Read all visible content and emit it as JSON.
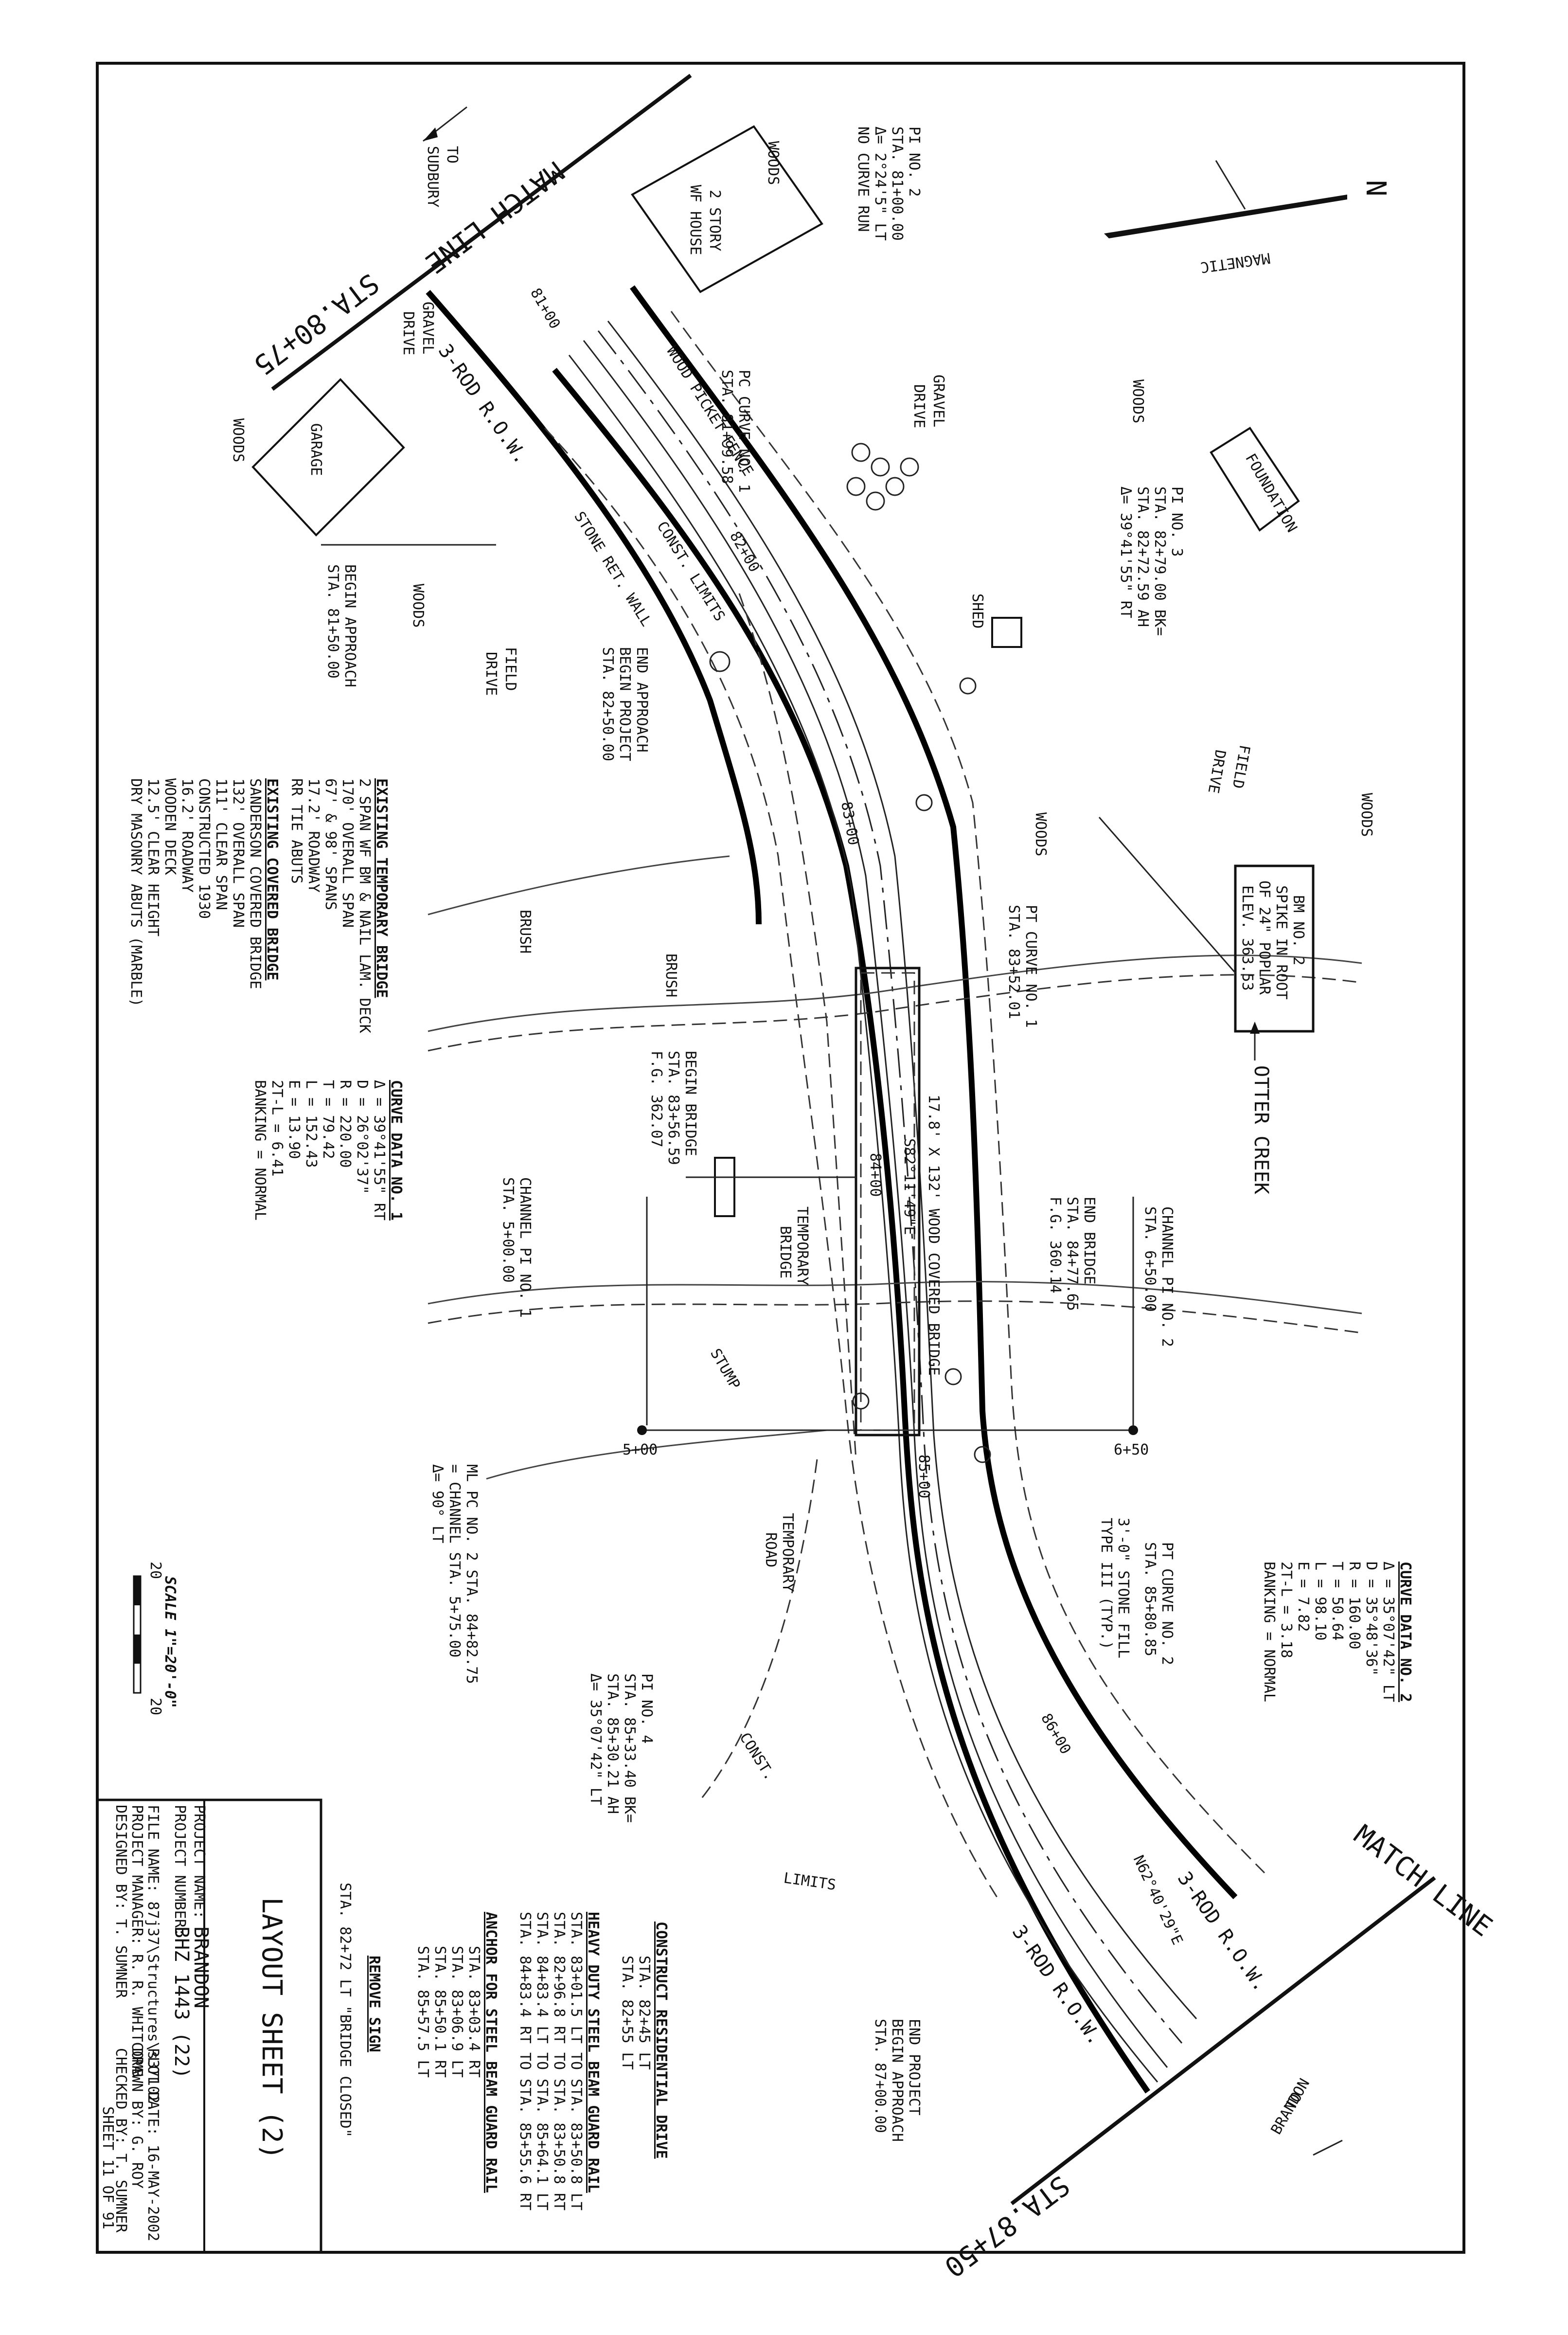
{
  "sheet": {
    "match_line_left": "MATCH LINE",
    "match_sta_left": "STA.80+75",
    "match_line_right": "MATCH LINE",
    "match_sta_right": "STA.87+50",
    "to_sudbury": "TO\nSUDBURY",
    "to_brandon": "TO\nBRANDON",
    "north": "N",
    "magnetic": "MAGNETIC",
    "otter_creek": "OTTER CREEK"
  },
  "notes": {
    "pi2": [
      "PI NO. 2",
      "STA. 81+00.00",
      "Δ= 2°24'5\" LT",
      "NO CURVE RUN"
    ],
    "pi3": [
      "PI NO. 3",
      "STA. 82+79.00 BK=",
      "STA. 82+72.59 AH",
      "Δ= 39°41'55\" RT"
    ],
    "pi4": [
      "PI NO. 4",
      "STA. 85+33.40 BK=",
      "STA. 85+30.21 AH",
      "Δ= 35°07'42\" LT"
    ],
    "pc_curve1": [
      "PC CURVE NO. 1",
      "STA. 81+99.58"
    ],
    "pt_curve1": [
      "PT CURVE NO. 1",
      "STA. 83+52.01"
    ],
    "pt_curve2": [
      "PT CURVE NO. 2",
      "STA. 85+80.85"
    ],
    "begin_approach": [
      "BEGIN APPROACH",
      "STA. 81+50.00"
    ],
    "end_approach": [
      "END APPROACH",
      "BEGIN PROJECT",
      "STA. 82+50.00"
    ],
    "begin_bridge": [
      "BEGIN BRIDGE",
      "STA. 83+56.59",
      "F.G. 362.07"
    ],
    "end_bridge": [
      "END BRIDGE",
      "STA. 84+77.65",
      "F.G. 360.14"
    ],
    "end_project": [
      "END PROJECT",
      "BEGIN APPROACH",
      "STA. 87+00.00"
    ],
    "channel_pi1": [
      "CHANNEL PI NO. 1",
      "STA. 5+00.00"
    ],
    "channel_pi2": [
      "CHANNEL PI NO. 2",
      "STA. 6+50.00"
    ],
    "ml_pc2": [
      "ML PC NO. 2 STA. 84+82.75",
      "= CHANNEL STA. 5+75.00",
      "Δ= 90° LT"
    ],
    "bm2": [
      "BM NO. 2",
      "SPIKE IN ROOT",
      "OF 24\" POPLAR",
      "ELEV. 363.53"
    ],
    "bridge_label": "17.8' X 132' WOOD COVERED BRIDGE",
    "bridge_bearing": "S82°11'49\"E",
    "bearing2": "N62°40'29\"E",
    "stone_fill": [
      "3'-0\" STONE FILL",
      "TYPE III (TYP.)"
    ],
    "temp_bridge": [
      "TEMPORARY",
      "BRIDGE"
    ],
    "temp_road": [
      "TEMPORARY",
      "ROAD"
    ],
    "row_left": "3-ROD R.O.W.",
    "row_right_top": "3-ROD R.O.W.",
    "row_right_bot": "3-ROD R.O.W.",
    "house": [
      "2 STORY",
      "WF HOUSE"
    ],
    "garage": "GARAGE",
    "foundation": "FOUNDATION",
    "shed": "SHED",
    "woods": "WOODS",
    "gravel_drive": [
      "GRAVEL",
      "DRIVE"
    ],
    "field_drive": [
      "FIELD",
      "DRIVE"
    ],
    "fence": "WOOD PICKET FENCE",
    "stone_wall": "STONE RET. WALL",
    "const_limits": "CONST. LIMITS",
    "brush": "BRUSH",
    "stump": "STUMP",
    "ch_5": "5+00",
    "ch_6": "6+50",
    "sta_81": "81+00",
    "sta_82": "82+00",
    "sta_83": "83+00",
    "sta_84": "84+00",
    "sta_85": "85+00",
    "sta_86": "86+00"
  },
  "existing_temp_bridge": {
    "heading": "EXISTING TEMPORARY BRIDGE",
    "lines": [
      "2 SPAN WF BM & NAIL LAM. DECK",
      "170' OVERALL SPAN",
      "67' & 98' SPANS",
      "17.2' ROADWAY",
      "RR TIE ABUTS"
    ]
  },
  "existing_covered_bridge": {
    "heading": "EXISTING COVERED BRIDGE",
    "lines": [
      "SANDERSON COVERED BRIDGE",
      "132' OVERALL SPAN",
      "111' CLEAR SPAN",
      "CONSTRUCTED 1930",
      "16.2' ROADWAY",
      "WOODEN DECK",
      "12.5' CLEAR HEIGHT",
      "DRY MASONRY ABUTS (MARBLE)"
    ]
  },
  "curve1": {
    "heading": "CURVE DATA NO. 1",
    "lines": [
      "Δ = 39°41'55\" RT",
      "D = 26°02'37\"",
      "R = 220.00",
      "T = 79.42",
      "L = 152.43",
      "E = 13.90",
      "2T-L = 6.41",
      "BANKING = NORMAL"
    ]
  },
  "curve2": {
    "heading": "CURVE DATA NO. 2",
    "lines": [
      "Δ = 35°07'42\" LT",
      "D = 35°48'36\"",
      "R = 160.00",
      "T = 50.64",
      "L = 98.10",
      "E = 7.82",
      "2T-L = 3.18",
      "BANKING = NORMAL"
    ]
  },
  "construct_drive": {
    "heading": "CONSTRUCT RESIDENTIAL DRIVE",
    "lines": [
      "STA. 82+45 LT",
      "STA. 82+55 LT"
    ]
  },
  "guard_rail": {
    "heading": "HEAVY DUTY STEEL BEAM GUARD RAIL",
    "lines": [
      "STA. 83+01.5 LT TO STA. 83+50.8 LT",
      "STA. 82+96.8 RT TO STA. 83+50.8 RT",
      "STA. 84+83.4 LT TO STA. 85+64.1 LT",
      "STA. 84+83.4 RT TO STA. 85+55.6 RT"
    ]
  },
  "anchor": {
    "heading": "ANCHOR FOR STEEL BEAM GUARD RAIL",
    "lines": [
      "STA. 83+03.4 RT",
      "STA. 83+06.9 LT",
      "STA. 85+50.1 RT",
      "STA. 85+57.5 LT"
    ]
  },
  "remove_sign": {
    "heading": "REMOVE SIGN",
    "lines": [
      "STA. 82+72 LT \"BRIDGE CLOSED\""
    ]
  },
  "scale": {
    "label": "SCALE 1\"=20'-0\"",
    "left": "20",
    "right": "20"
  },
  "title_block": {
    "sheet_title": "LAYOUT SHEET (2)",
    "project_name_label": "PROJECT NAME:",
    "project_name": "BRANDON",
    "project_number_label": "PROJECT NUMBER:",
    "project_number": "BHZ 1443 (22)",
    "file_name": "FILE NAME: 87j37\\Structures\\s37102.",
    "project_manager": "PROJECT MANAGER: R. R. WHITCOMB",
    "designed_by": "DESIGNED BY: T. SUMNER",
    "plot_date": "PLOT DATE: 16-MAY-2002",
    "drawn_by": "DRAWN BY: G. ROY",
    "checked_by": "CHECKED BY: T. SUMNER",
    "sheet_no": "SHEET 11 OF 91"
  }
}
